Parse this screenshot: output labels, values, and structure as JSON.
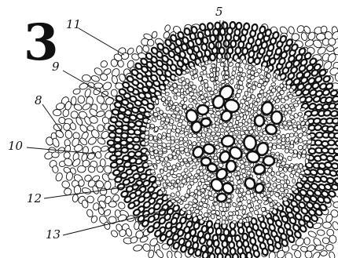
{
  "figure": {
    "number": "3",
    "labels": {
      "l5": "5",
      "l8": "8",
      "l9": "9",
      "l10": "10",
      "l11": "11",
      "l12": "12",
      "l13": "13"
    }
  },
  "colors": {
    "ink": "#111111",
    "paper": "#ffffff"
  }
}
